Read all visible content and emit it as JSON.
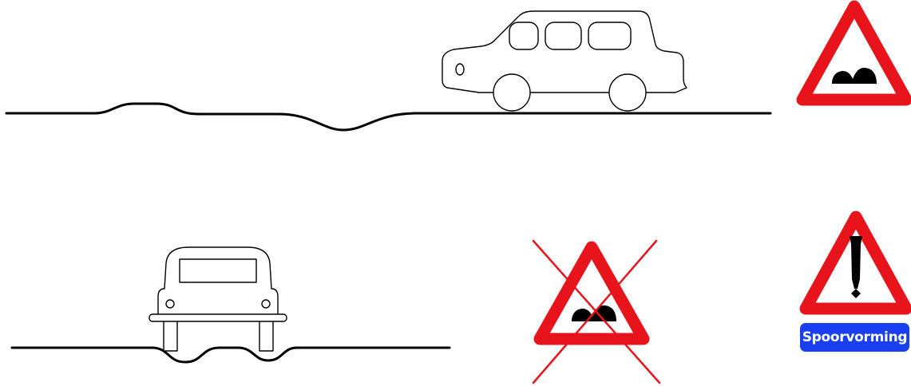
{
  "colors": {
    "sign_border": "#e8141c",
    "sign_fill": "#ffffff",
    "symbol": "#000000",
    "label_background": "#1a3ff0",
    "label_text": "#ffffff",
    "cross": "#e8141c",
    "line": "#000000"
  },
  "illustrations": {
    "top": {
      "vehicle": "car-side-view",
      "road": "road-with-bump-and-dip"
    },
    "bottom": {
      "vehicle": "car-front-view",
      "road": "road-with-rutting"
    }
  },
  "signs": {
    "uneven_road": {
      "icon": "uneven-road-warning-sign"
    },
    "crossed_out": {
      "icon": "crossed-out-uneven-road-sign",
      "status": "incorrect"
    },
    "danger": {
      "icon": "general-danger-warning-sign",
      "label": "Spoorvorming"
    }
  }
}
